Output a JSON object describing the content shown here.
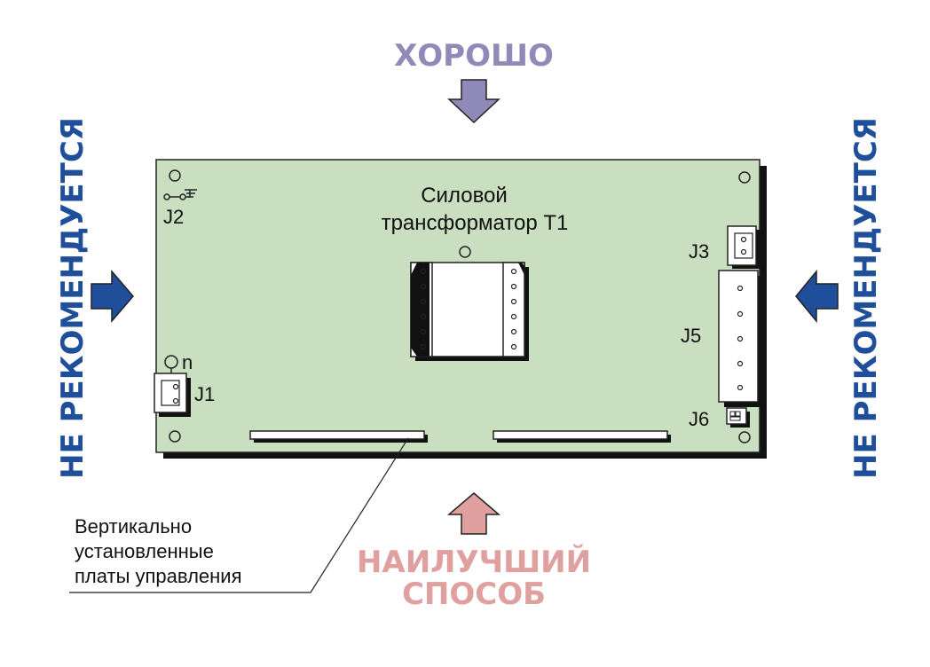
{
  "labels": {
    "top": "ХОРОШО",
    "left": "НЕ РЕКОМЕНДУЕТСЯ",
    "right": "НЕ РЕКОМЕНДУЕТСЯ",
    "bottom_line1": "НАИЛУЧШИЙ",
    "bottom_line2": "СПОСОБ",
    "transformer_line1": "Силовой",
    "transformer_line2": "трансформатор T1",
    "callout_line1": "Вертикально",
    "callout_line2": "установленные",
    "callout_line3": "платы управления",
    "j1": "J1",
    "j2": "J2",
    "j3": "J3",
    "j5": "J5",
    "j6": "J6",
    "n": "n"
  },
  "colors": {
    "good": "#8f8ab8",
    "best": "#e0a0a0",
    "not_recommended": "#1f4f9a",
    "board": "#c9dfc0"
  }
}
